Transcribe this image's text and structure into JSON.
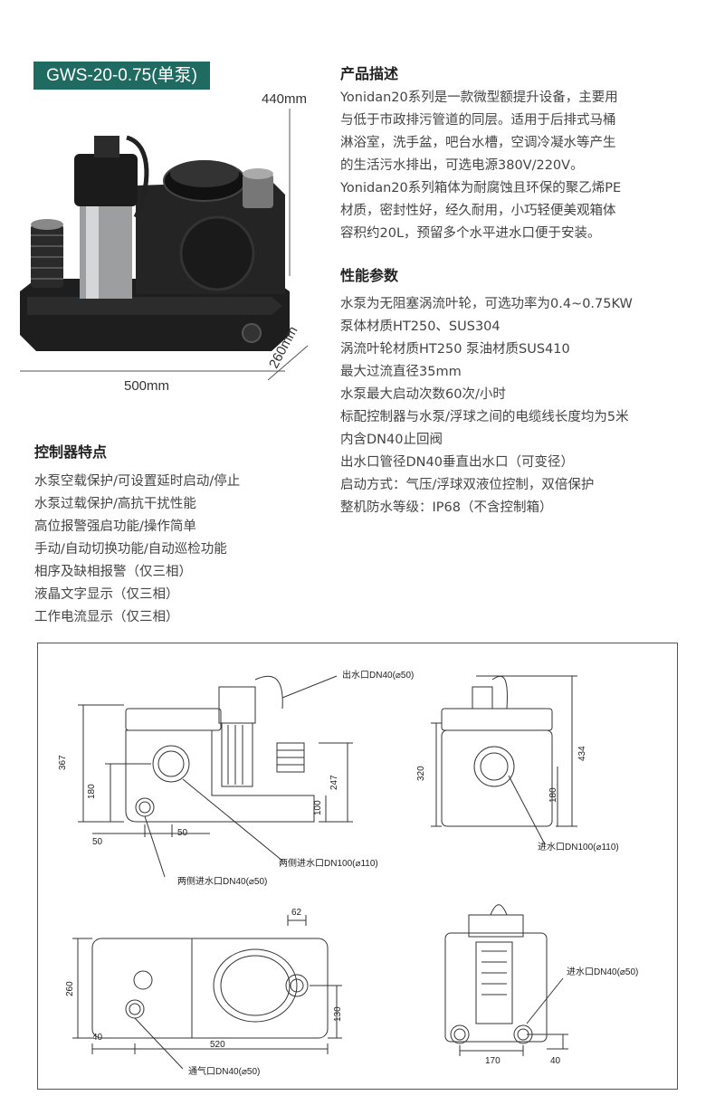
{
  "model_badge": "GWS-20-0.75(单泵)",
  "photo_dims": {
    "height": "440mm",
    "width": "500mm",
    "depth": "260mm"
  },
  "product_description": {
    "title": "产品描述",
    "lines": [
      "Yonidan20系列是一款微型额提升设备，主要用",
      "与低于市政排污管道的同层。适用于后排式马桶",
      "淋浴室，洗手盆，吧台水槽，空调冷凝水等产生",
      "的生活污水排出，可选电源380V/220V。",
      "Yonidan20系列箱体为耐腐蚀且环保的聚乙烯PE",
      "材质，密封性好，经久耐用，小巧轻便美观箱体",
      "容积约20L，预留多个水平进水口便于安装。"
    ]
  },
  "performance": {
    "title": "性能参数",
    "lines": [
      "水泵为无阻塞涡流叶轮，可选功率为0.4~0.75KW",
      "泵体材质HT250、SUS304",
      "涡流叶轮材质HT250  泵油材质SUS410",
      "最大过流直径35mm",
      "水泵最大启动次数60次/小时",
      "标配控制器与水泵/浮球之间的电缆线长度均为5米",
      "内含DN40止回阀",
      "出水口管径DN40垂直出水口（可变径）",
      "启动方式：气压/浮球双液位控制，双倍保护",
      "整机防水等级：IP68（不含控制箱）"
    ]
  },
  "controller": {
    "title": "控制器特点",
    "lines": [
      "水泵空载保护/可设置延时启动/停止",
      "水泵过载保护/高抗干扰性能",
      "高位报警强启功能/操作简单",
      "手动/自动切换功能/自动巡检功能",
      "相序及缺相报警（仅三相）",
      "液晶文字显示（仅三相）",
      "工作电流显示（仅三相）"
    ]
  },
  "drawing": {
    "front": {
      "outlet": "出水口DN40(⌀50)",
      "inlet_side_large": "两侧进水口DN100(⌀110)",
      "inlet_side_small": "两侧进水口DN40(⌀50)",
      "dim_367": "367",
      "dim_180": "180",
      "dim_247": "247",
      "dim_100": "100",
      "dim_50a": "50",
      "dim_50b": "50"
    },
    "side": {
      "dim_320": "320",
      "dim_434": "434",
      "dim_180": "180",
      "inlet": "进水口DN100(⌀110)"
    },
    "top": {
      "dim_62": "62",
      "dim_260": "260",
      "dim_130": "130",
      "dim_40": "40",
      "dim_520": "520",
      "vent": "通气口DN40(⌀50)"
    },
    "back": {
      "inlet": "进水口DN40(⌀50)",
      "dim_170": "170",
      "dim_40": "40"
    }
  }
}
